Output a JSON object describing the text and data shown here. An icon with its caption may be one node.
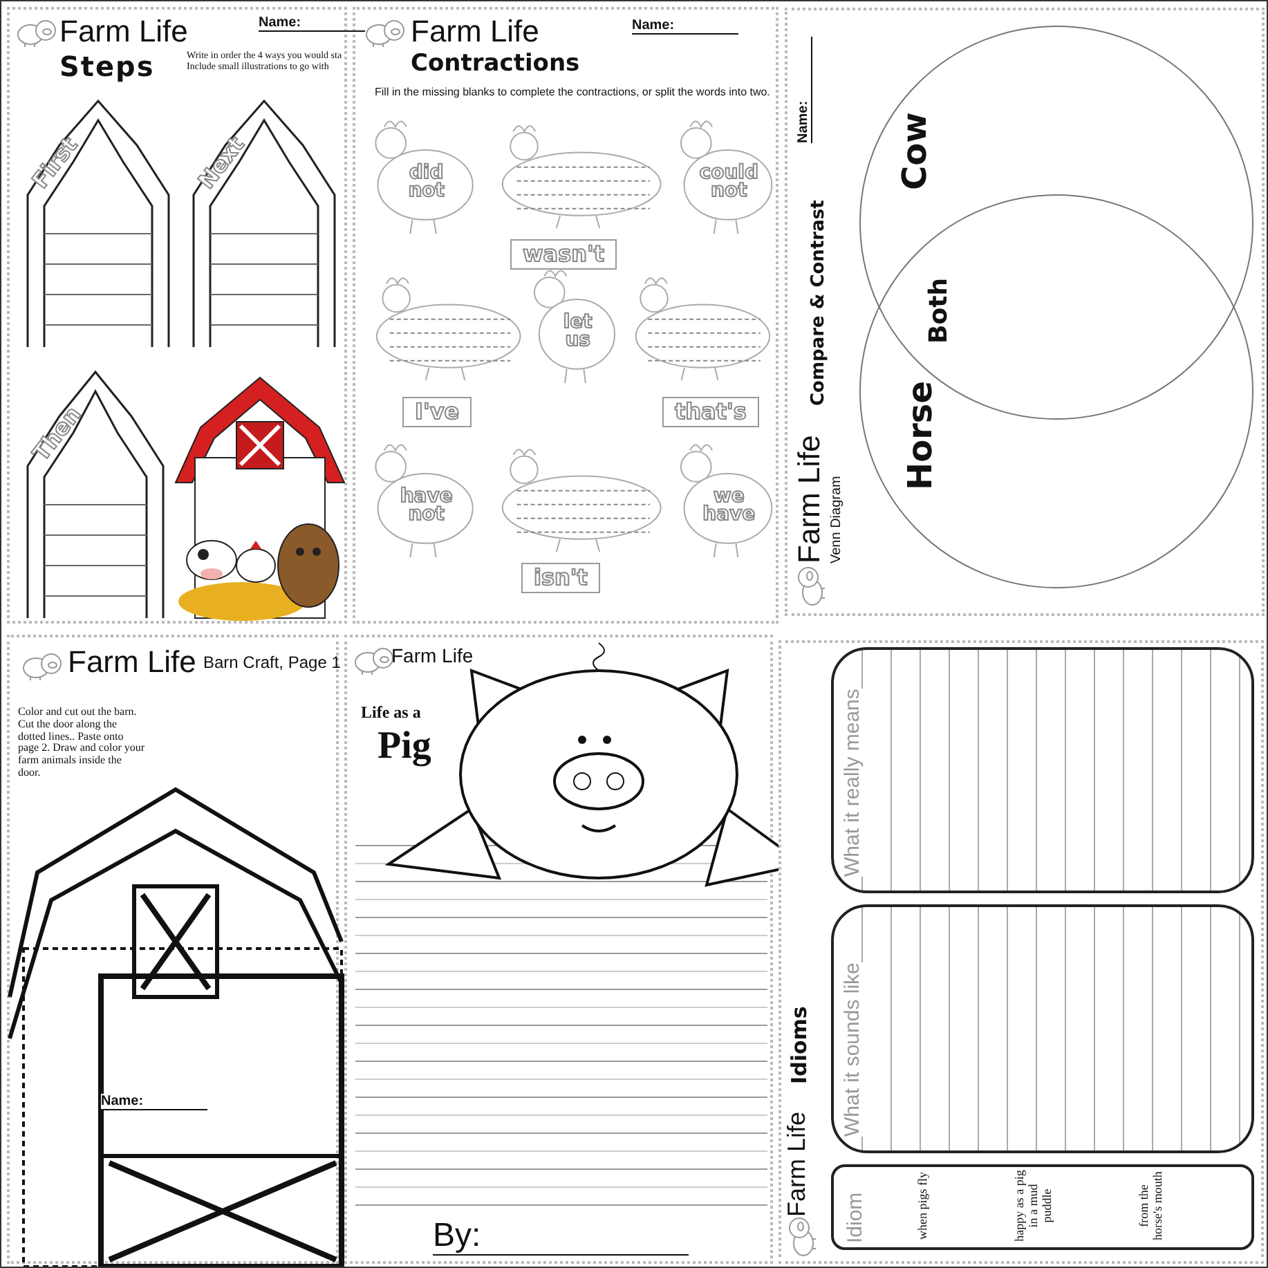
{
  "diagram": {
    "nodes": [
      {
        "text": [
          "Farm Life",
          "Steps",
          "Name:",
          "Write in order the 4 ways you would sta Include small illustrations to go with"
        ]
      },
      {
        "text": [
          "First"
        ],
        "in": 0
      },
      {
        "text": [
          "Next"
        ],
        "in": 0
      },
      {
        "text": [
          "Then"
        ],
        "in": 0
      },
      {
        "text": [],
        "shape": "picture",
        "in": 0
      },
      {
        "text": [
          "Farm Life",
          "Contractions",
          "Name:",
          "Fill in the missing blanks to complete the contractions, or split the words into two."
        ]
      },
      {
        "text": [
          "did not"
        ],
        "in": 5
      },
      {
        "text": [],
        "shape": "picture",
        "in": 5
      },
      {
        "text": [
          "could not"
        ],
        "in": 5
      },
      {
        "text": [],
        "shape": "picture",
        "in": 5
      },
      {
        "text": [
          "let us"
        ],
        "in": 5
      },
      {
        "text": [],
        "shape": "picture",
        "in": 5
      },
      {
        "text": [
          "have not"
        ],
        "in": 5
      },
      {
        "text": [],
        "shape": "picture",
        "in": 5
      },
      {
        "text": [
          "we have"
        ],
        "in": 5
      },
      {
        "text": [
          "Name:",
          "Farm Life",
          "Venn Diagram",
          "Compare & Contrast"
        ]
      },
      {
        "text": [
          "Cow"
        ],
        "in": 15
      },
      {
        "text": [
          "Horse"
        ],
        "in": 15
      },
      {
        "text": [
          "Farm Life",
          "Barn Craft, Page 1",
          "Color and cut out the barn. Cut the door along the dotted lines.. Paste onto page 2. Draw and color your farm animals inside the door.",
          "Name:"
        ]
      },
      {
        "text": [
          "Farm Life",
          "Life as a",
          "Pig",
          "By:"
        ]
      },
      {
        "text": [
          "Farm Life",
          "Idioms"
        ]
      },
      {
        "text": [
          "Idiom",
          "when pigs fly",
          "happy as a pig in a mud puddle",
          "from the horse's mouth"
        ],
        "in": 20
      },
      {
        "text": [
          "What it sounds like"
        ],
        "in": 20
      },
      {
        "text": [
          "What it really means"
        ],
        "in": 20
      }
    ],
    "labels": [
      "wasn't",
      "I've",
      "that's",
      "isn't",
      "Both"
    ]
  }
}
